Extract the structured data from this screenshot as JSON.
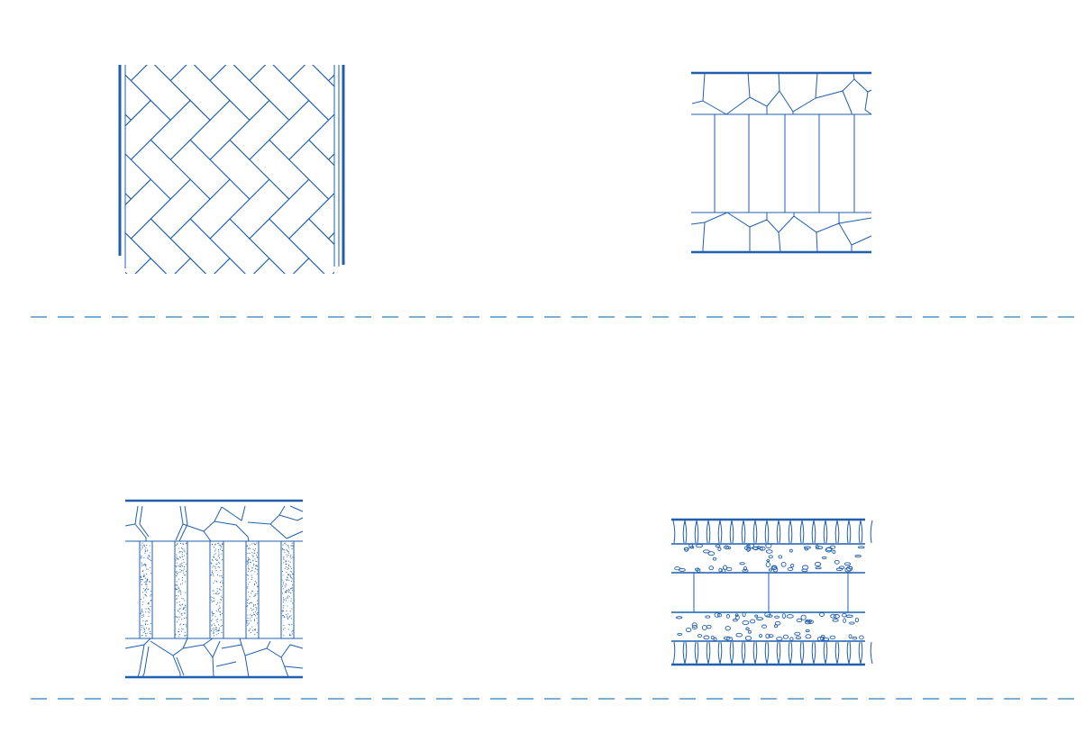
{
  "colors": {
    "background": "#ffffff",
    "line": "#1f5fae",
    "divider": "#2f7fc4"
  },
  "panels": [
    {
      "pattern": "herringbone-paving-with-edge-strips"
    },
    {
      "pattern": "stone-border-with-rectangular-slabs"
    },
    {
      "pattern": "stone-border-with-stippled-joint-slabs"
    },
    {
      "pattern": "cobble-and-gravel-border-with-slabs"
    }
  ],
  "dividers": [
    {
      "style": "dashed"
    },
    {
      "style": "dashed"
    }
  ]
}
